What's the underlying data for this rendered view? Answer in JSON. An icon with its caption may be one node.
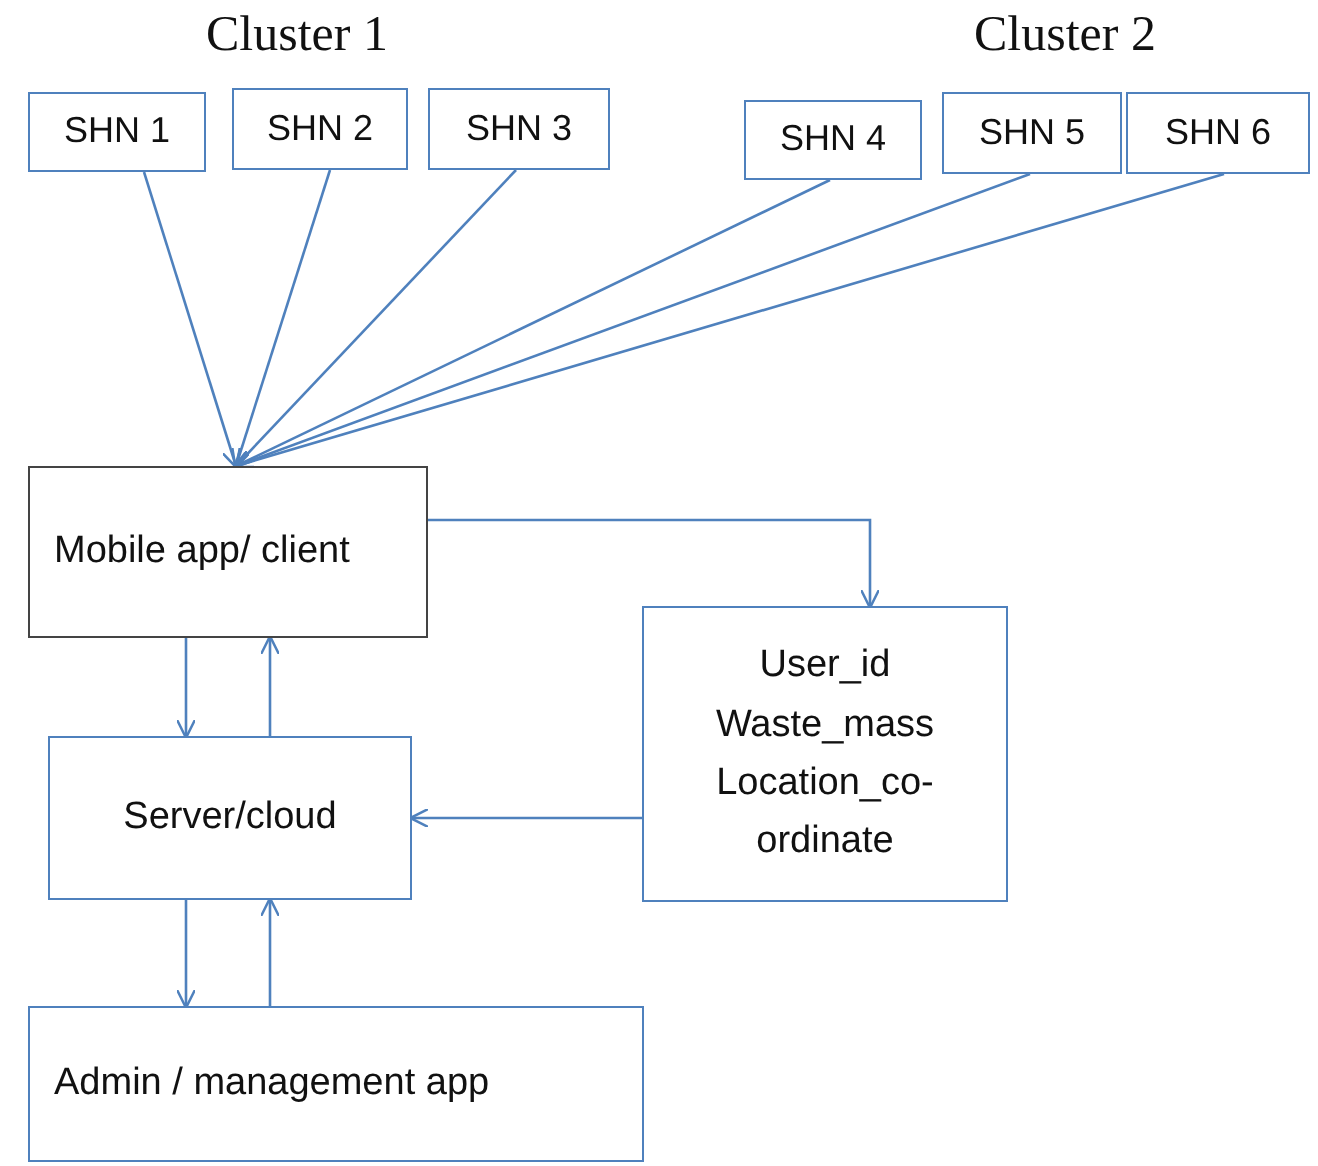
{
  "diagram": {
    "nodes": [
      {
        "text": [
          "SHN 1"
        ]
      },
      {
        "text": [
          "SHN 2"
        ]
      },
      {
        "text": [
          "SHN 3"
        ]
      },
      {
        "text": [
          "SHN 4"
        ]
      },
      {
        "text": [
          "SHN 5"
        ]
      },
      {
        "text": [
          "SHN 6"
        ]
      },
      {
        "text": [
          "Mobile app/ client"
        ]
      },
      {
        "text": [
          "User_id",
          "Waste_mass",
          "Location_co-ordinate"
        ]
      },
      {
        "text": [
          "Server/cloud"
        ]
      },
      {
        "text": [
          "Admin / management app"
        ]
      }
    ],
    "edges": [
      {
        "from": 0,
        "to": 6,
        "arrow": "to"
      },
      {
        "from": 1,
        "to": 6,
        "arrow": "to"
      },
      {
        "from": 2,
        "to": 6,
        "arrow": "to"
      },
      {
        "from": 3,
        "to": 6,
        "arrow": "to"
      },
      {
        "from": 4,
        "to": 6,
        "arrow": "to"
      },
      {
        "from": 5,
        "to": 6,
        "arrow": "to"
      },
      {
        "from": 6,
        "to": 7,
        "arrow": "to"
      },
      {
        "from": 7,
        "to": 8,
        "arrow": "to"
      },
      {
        "from": 6,
        "to": 8,
        "arrow": "to"
      },
      {
        "from": 8,
        "to": 6,
        "arrow": "to"
      },
      {
        "from": 8,
        "to": 9,
        "arrow": "to"
      },
      {
        "from": 9,
        "to": 8,
        "arrow": "to"
      }
    ],
    "labels": [
      "Cluster 1",
      "Cluster 2"
    ]
  }
}
